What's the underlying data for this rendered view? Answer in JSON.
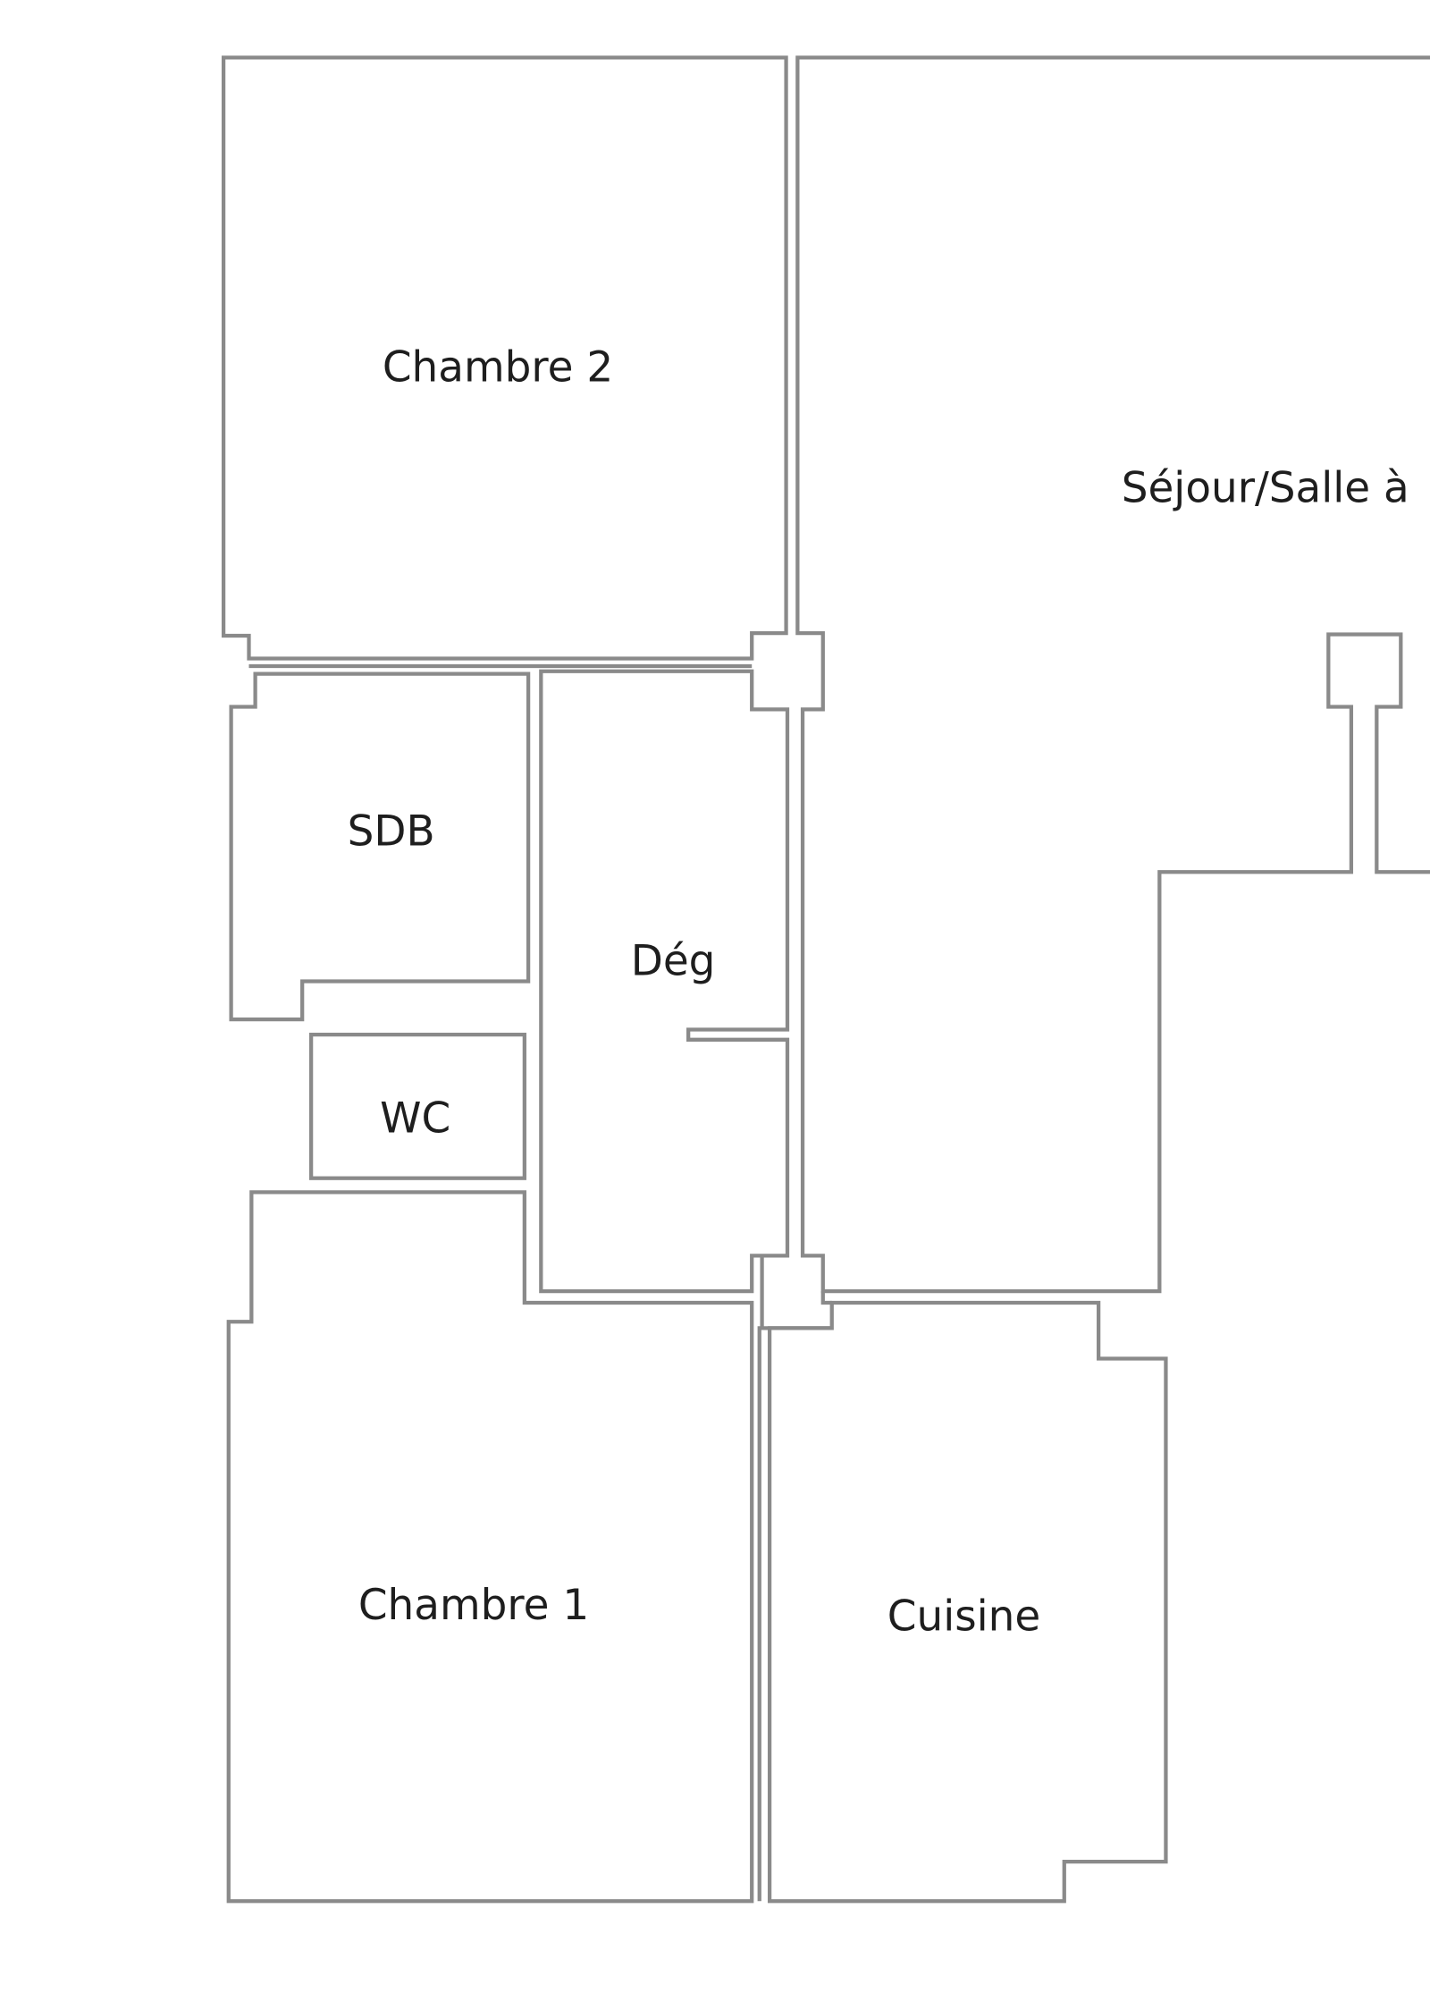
{
  "plan": {
    "rooms": {
      "chambre2": "Chambre 2",
      "sejour": "Séjour/Salle à",
      "sdb": "SDB",
      "deg": "Dég",
      "wc": "WC",
      "chambre1": "Chambre 1",
      "cuisine": "Cuisine"
    },
    "wall_color": "#8a8a8a"
  }
}
